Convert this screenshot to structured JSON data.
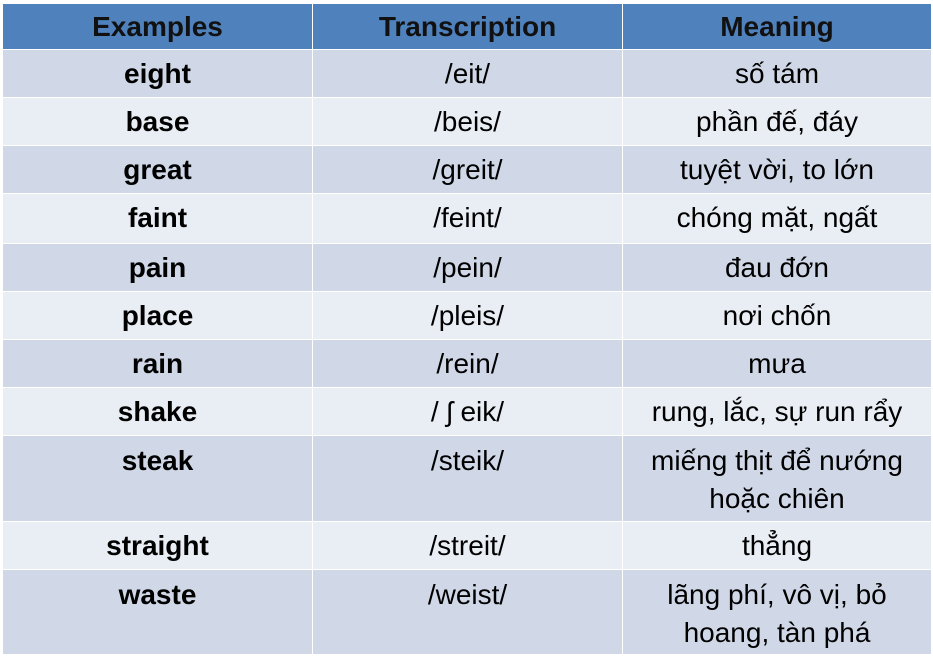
{
  "table": {
    "headers": [
      "Examples",
      "Transcription",
      "Meaning"
    ],
    "rows": [
      {
        "example": "eight",
        "transcription": "/eit/",
        "meaning": "số tám"
      },
      {
        "example": "base",
        "transcription": "/beis/",
        "meaning": "phần đế, đáy"
      },
      {
        "example": "great",
        "transcription": "/greit/",
        "meaning": "tuyệt vời, to lớn"
      },
      {
        "example": "faint",
        "transcription": "/feint/",
        "meaning": "chóng mặt, ngất"
      },
      {
        "example": "pain",
        "transcription": "/pein/",
        "meaning": "đau đớn"
      },
      {
        "example": "place",
        "transcription": "/pleis/",
        "meaning": "nơi chốn"
      },
      {
        "example": "rain",
        "transcription": "/rein/",
        "meaning": "mưa"
      },
      {
        "example": "shake",
        "transcription": "/ ʃ eik/",
        "meaning": "rung, lắc, sự run rẩy"
      },
      {
        "example": "steak",
        "transcription": "/steik/",
        "meaning": "miếng thịt để nướng hoặc chiên"
      },
      {
        "example": "straight",
        "transcription": "/streit/",
        "meaning": "thẳng"
      },
      {
        "example": "waste",
        "transcription": "/weist/",
        "meaning": "lãng phí, vô vị, bỏ hoang, tàn phá"
      }
    ]
  },
  "colors": {
    "header_bg": "#4f81bd",
    "row_odd_bg": "#d0d8e8",
    "row_even_bg": "#e9edf4"
  }
}
